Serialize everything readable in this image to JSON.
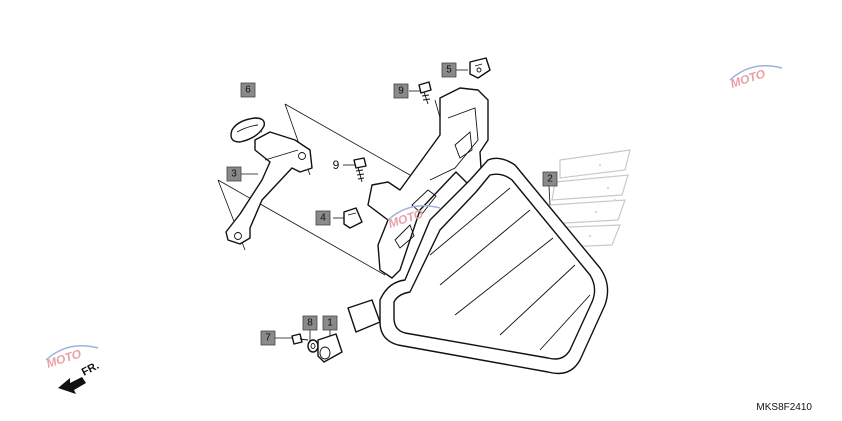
{
  "callouts": [
    {
      "id": "c6",
      "text": "6"
    },
    {
      "id": "c3",
      "text": "3"
    },
    {
      "id": "c9a",
      "text": "9"
    },
    {
      "id": "c5",
      "text": "5"
    },
    {
      "id": "c9b",
      "text": "9"
    },
    {
      "id": "c4",
      "text": "4"
    },
    {
      "id": "c2",
      "text": "2"
    },
    {
      "id": "c7",
      "text": "7"
    },
    {
      "id": "c8",
      "text": "8"
    },
    {
      "id": "c1",
      "text": "1"
    }
  ],
  "front_arrow_label": "FR.",
  "diagram_code": "MKS8F2410",
  "watermark_text": "MOTO",
  "colors": {
    "callout_fill": "#8a8a8a",
    "line": "#111111",
    "watermark": "#c9c9c9"
  }
}
